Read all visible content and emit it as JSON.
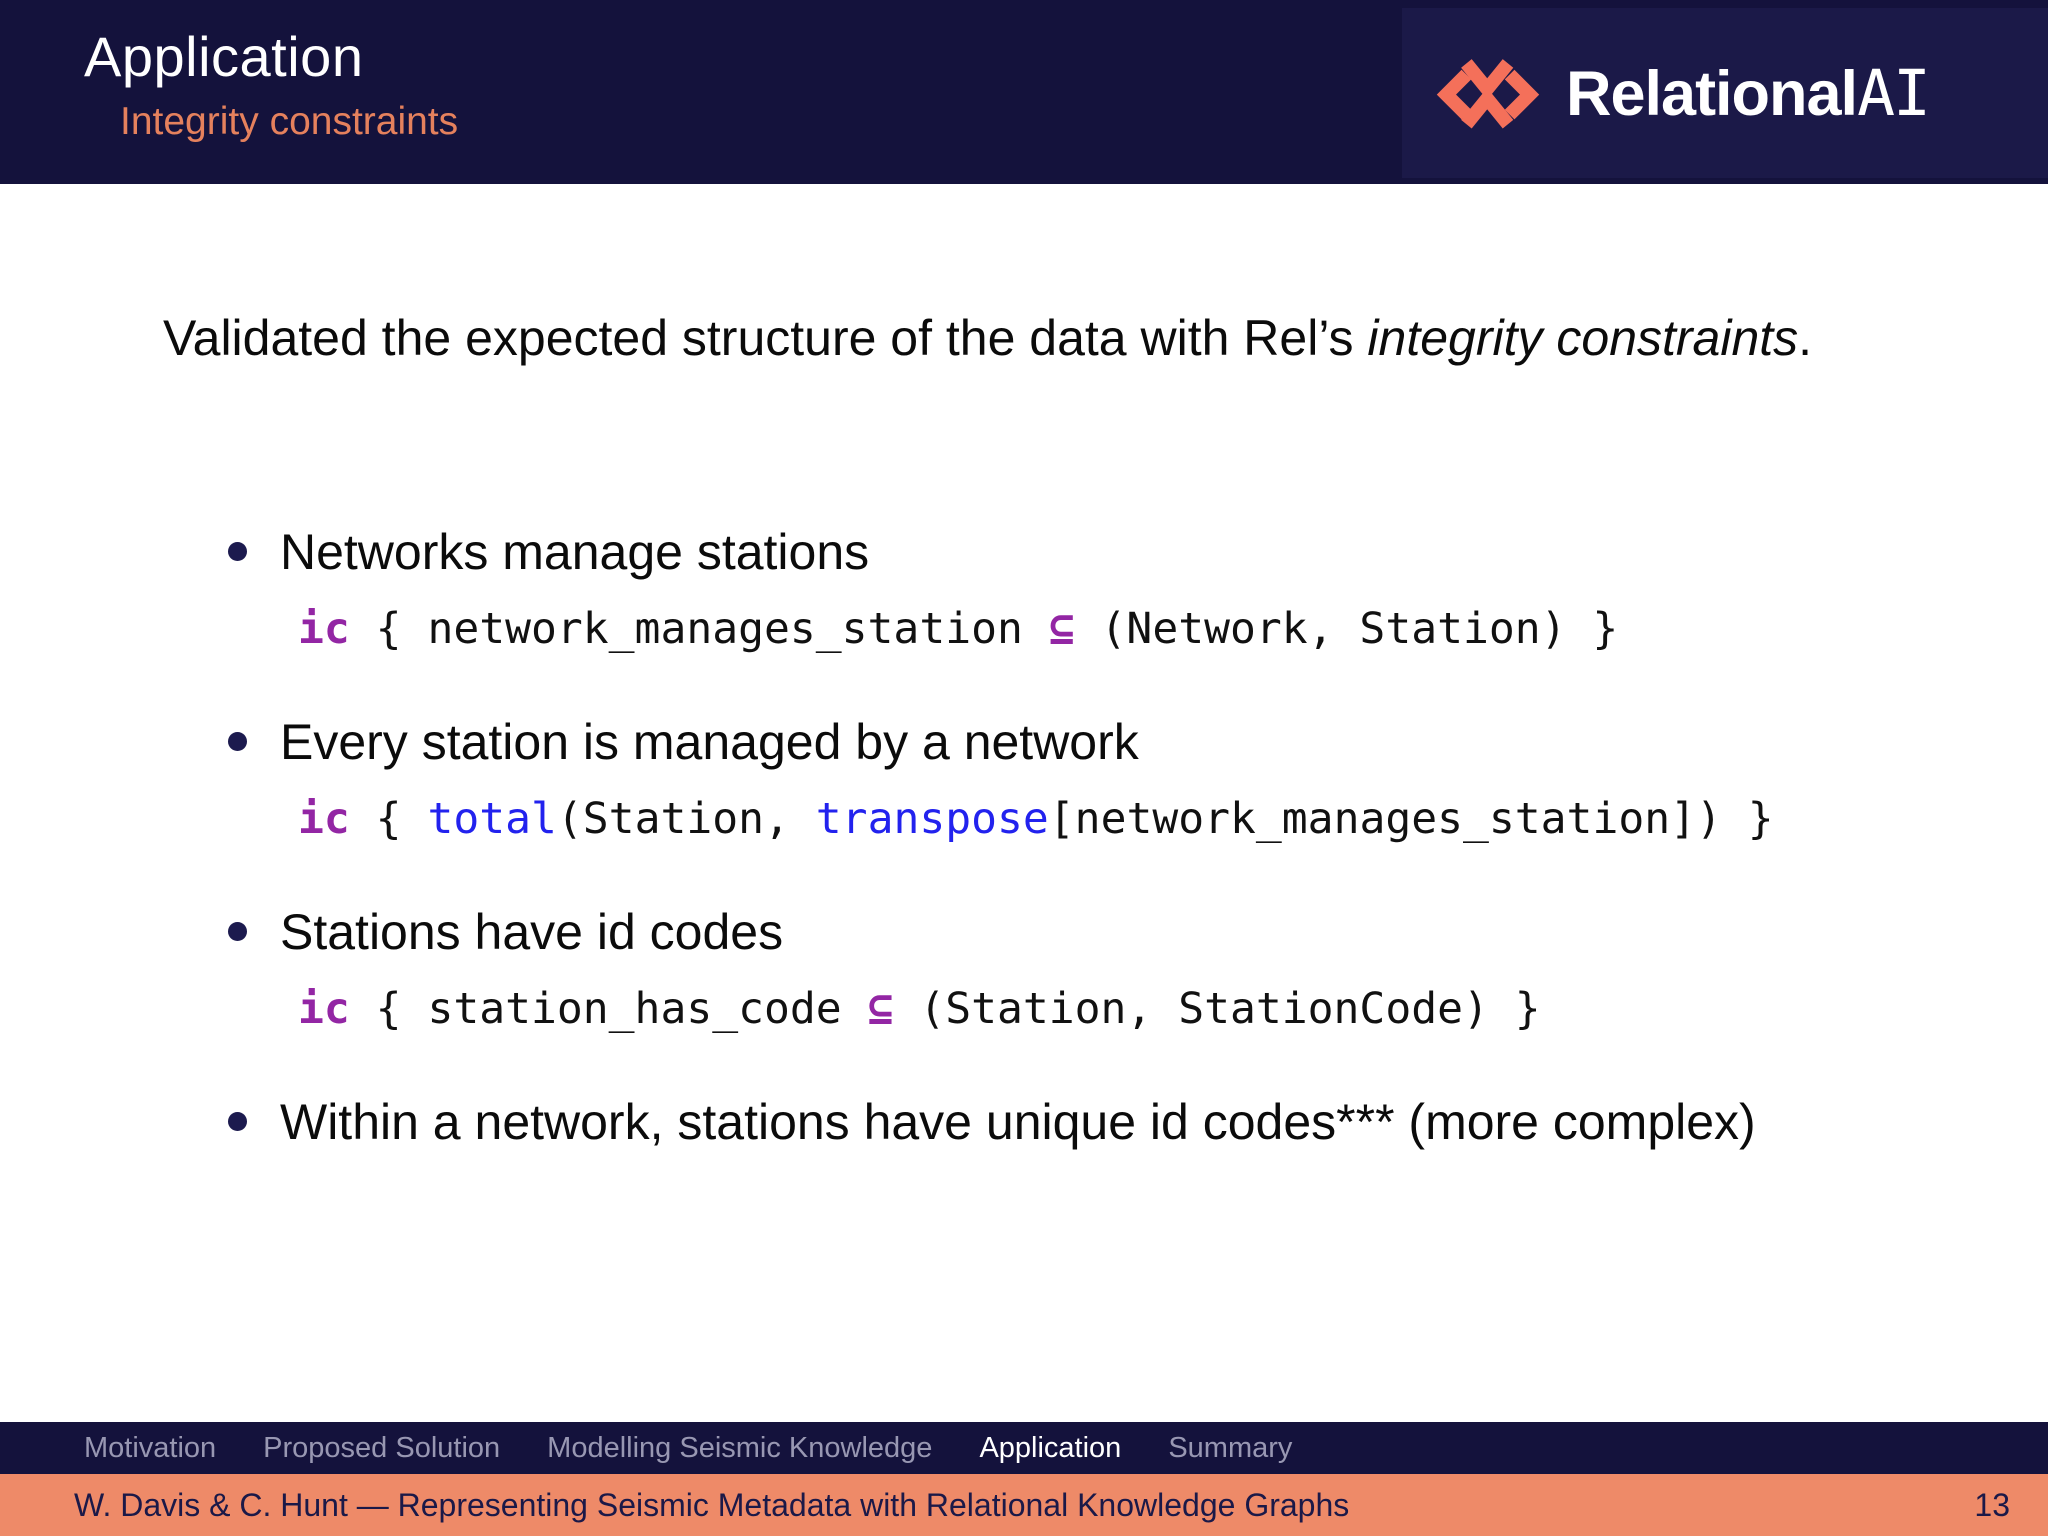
{
  "colors": {
    "navy": "#14123C",
    "navy_light": "#1B1948",
    "salmon_text": "#E5815D",
    "salmon_bar": "#EE8A68",
    "icon_orange": "#F4705A",
    "nav_inactive": "#9897B2",
    "bullet": "#1C1A4E",
    "code_purple": "#9326A4",
    "code_blue": "#2222EE"
  },
  "header": {
    "title": "Application",
    "subtitle": "Integrity constraints",
    "logo": {
      "icon": "relationalai-chevron-x-icon",
      "brand_bold": "Relational",
      "brand_ai": "AI"
    }
  },
  "body": {
    "intro_prefix": "Validated the expected structure of the data with Rel’s ",
    "intro_emphasis": "integrity constraints",
    "intro_suffix": ".",
    "bullets": [
      {
        "label": "Networks manage stations",
        "code": [
          {
            "c": "kw",
            "t": "ic"
          },
          {
            "c": "plain",
            "t": " { network_manages_station "
          },
          {
            "c": "kw",
            "t": "⊆"
          },
          {
            "c": "plain",
            "t": " (Network, Station) }"
          }
        ]
      },
      {
        "label": "Every station is managed by a network",
        "code": [
          {
            "c": "kw",
            "t": "ic"
          },
          {
            "c": "plain",
            "t": " { "
          },
          {
            "c": "fn",
            "t": "total"
          },
          {
            "c": "plain",
            "t": "(Station, "
          },
          {
            "c": "fn",
            "t": "transpose"
          },
          {
            "c": "plain",
            "t": "[network_manages_station]) }"
          }
        ]
      },
      {
        "label": "Stations have id codes",
        "code": [
          {
            "c": "kw",
            "t": "ic"
          },
          {
            "c": "plain",
            "t": " { station_has_code "
          },
          {
            "c": "kw",
            "t": "⊆"
          },
          {
            "c": "plain",
            "t": " (Station, StationCode) }"
          }
        ]
      },
      {
        "label": "Within a network, stations have unique id codes*** (more complex)",
        "code": []
      }
    ]
  },
  "footer_nav": {
    "items": [
      {
        "label": "Motivation",
        "active": false
      },
      {
        "label": "Proposed Solution",
        "active": false
      },
      {
        "label": "Modelling Seismic Knowledge",
        "active": false
      },
      {
        "label": "Application",
        "active": true
      },
      {
        "label": "Summary",
        "active": false
      }
    ]
  },
  "footer_bar": {
    "text": "W. Davis & C. Hunt — Representing Seismic Metadata with Relational Knowledge Graphs",
    "page": "13"
  }
}
